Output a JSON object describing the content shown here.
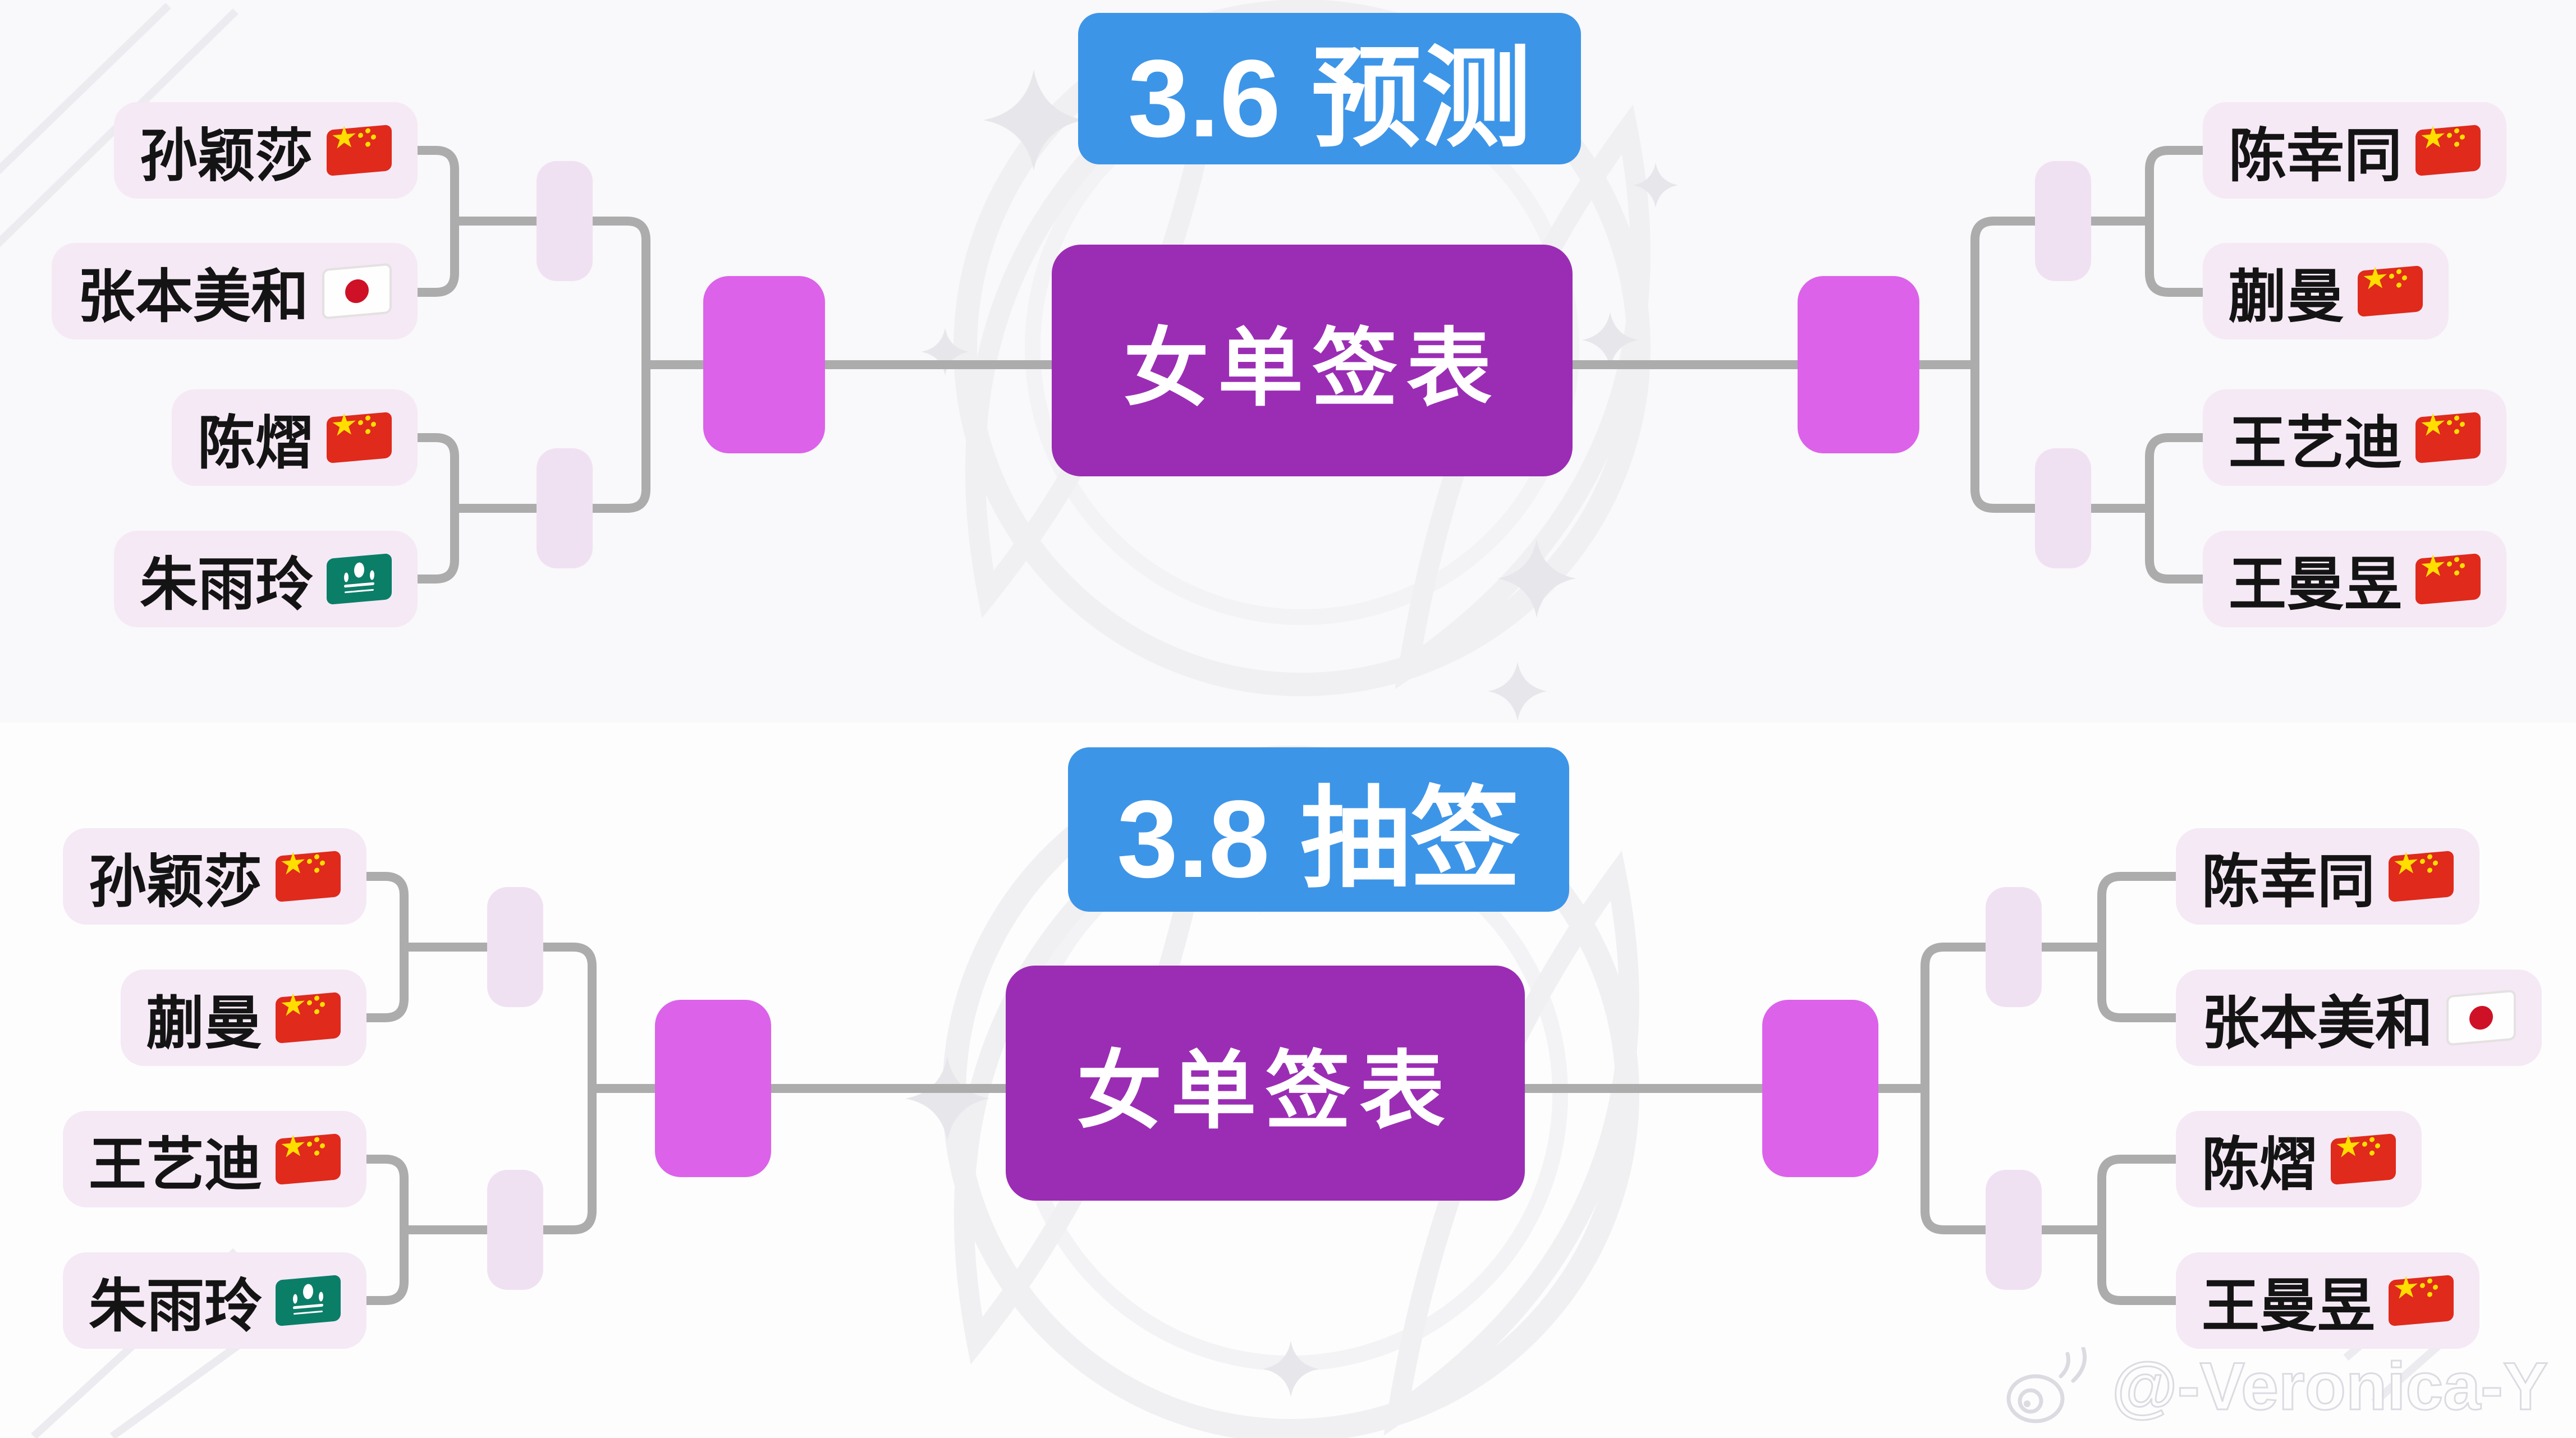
{
  "watermark": {
    "platform_icon": "weibo-icon",
    "handle": "@-Veronica-Y"
  },
  "colors": {
    "title_blue": "#3D95E8",
    "center_purple": "#9B2DB4",
    "winner_magenta": "#DC62EA",
    "slot_lavender": "#F0E1F2",
    "player_pink": "#F5E9F5",
    "connector_gray": "#ACACAC",
    "flag_china_red": "#DF2A1C",
    "flag_japan_red": "#CE1127",
    "flag_macau_green": "#0B7E68"
  },
  "brackets": [
    {
      "id": "prediction",
      "title": "3.6 预测",
      "center_label": "女单签表",
      "left": [
        {
          "name": "孙颖莎",
          "flag": "cn"
        },
        {
          "name": "张本美和",
          "flag": "jp"
        },
        {
          "name": "陈熠",
          "flag": "cn"
        },
        {
          "name": "朱雨玲",
          "flag": "mo"
        }
      ],
      "right": [
        {
          "name": "陈幸同",
          "flag": "cn"
        },
        {
          "name": "蒯曼",
          "flag": "cn"
        },
        {
          "name": "王艺迪",
          "flag": "cn"
        },
        {
          "name": "王曼昱",
          "flag": "cn"
        }
      ]
    },
    {
      "id": "draw",
      "title": "3.8 抽签",
      "center_label": "女单签表",
      "left": [
        {
          "name": "孙颖莎",
          "flag": "cn"
        },
        {
          "name": "蒯曼",
          "flag": "cn"
        },
        {
          "name": "王艺迪",
          "flag": "cn"
        },
        {
          "name": "朱雨玲",
          "flag": "mo"
        }
      ],
      "right": [
        {
          "name": "陈幸同",
          "flag": "cn"
        },
        {
          "name": "张本美和",
          "flag": "jp"
        },
        {
          "name": "陈熠",
          "flag": "cn"
        },
        {
          "name": "王曼昱",
          "flag": "cn"
        }
      ]
    }
  ]
}
